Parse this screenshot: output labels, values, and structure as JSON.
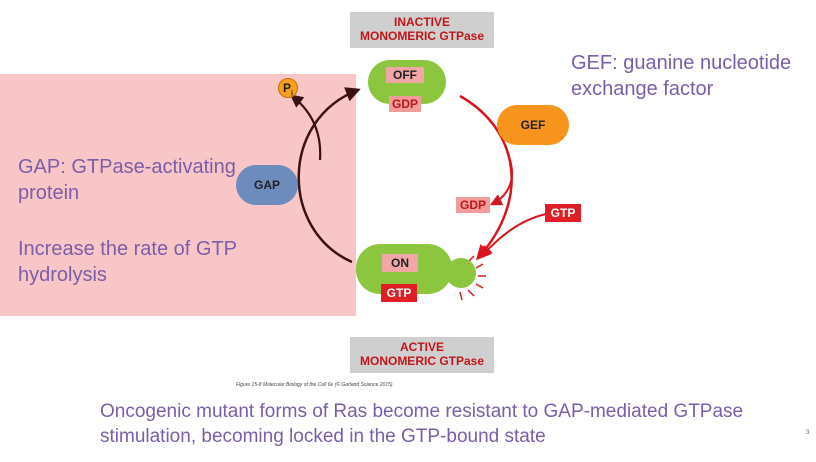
{
  "states": {
    "inactive": "INACTIVE\nMONOMERIC GTPase",
    "active": "ACTIVE\nMONOMERIC GTPase"
  },
  "gtpase_off": {
    "state_label": "OFF",
    "nucleotide": "GDP"
  },
  "gtpase_on": {
    "state_label": "ON",
    "nucleotide": "GTP"
  },
  "gef_label": "GEF",
  "gap_label": "GAP",
  "pi": {
    "main": "P",
    "sub": "i"
  },
  "released_nucleotide": "GDP",
  "incoming_nucleotide": "GTP",
  "notes": {
    "gef": "GEF: guanine nucleotide exchange factor",
    "gap_title": "GAP: GTPase-activating protein",
    "gap_desc": "Increase the rate of GTP hydrolysis",
    "bottom": "Oncogenic mutant forms of Ras become resistant to GAP-mediated GTPase stimulation, becoming locked in the GTP-bound state"
  },
  "credit": "Figure 15-8 Molecular Biology of the Cell 6e (© Garland Science 2015)",
  "page_number": "3",
  "colors": {
    "panel": "#f8c6c6",
    "text_accent": "#7a5ea8",
    "protein_green": "#8cc63f",
    "gef_orange": "#f7941d",
    "gap_blue": "#6d8bbd",
    "gtp_red": "#e01e26",
    "arrow_red": "#d7151c",
    "arrow_dark": "#3a1212"
  }
}
